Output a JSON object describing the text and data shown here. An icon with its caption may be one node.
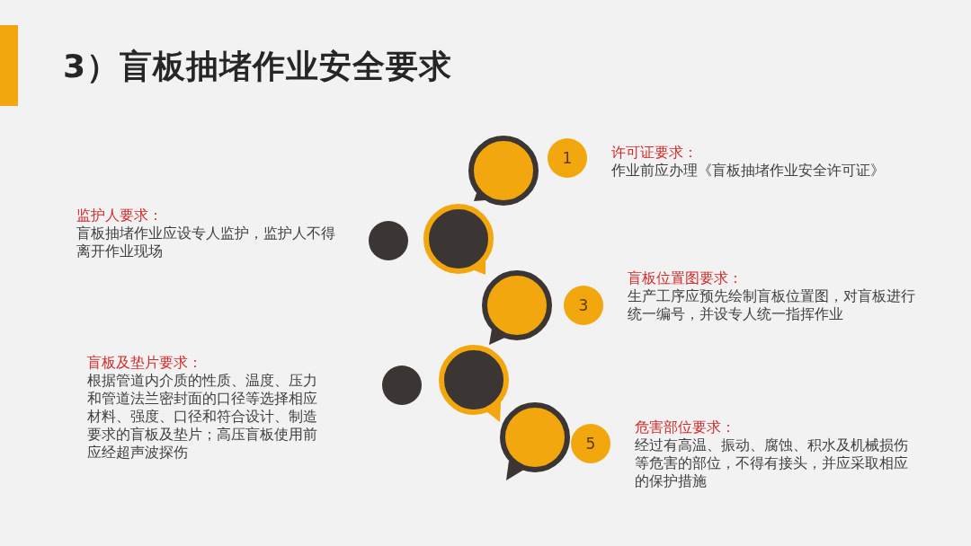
{
  "diagram": {
    "title": "3）盲板抽堵作业安全要求",
    "nodes": [
      {
        "text": [
          "1"
        ]
      },
      {
        "text": [
          "许可证要求：",
          "作业前应办理《盲板抽堵作业安全许可证》"
        ]
      },
      {
        "text": [
          "监护人要求：",
          "盲板抽堵作业应设专人监护，监护人不得离开作业现场"
        ]
      },
      {
        "text": [],
        "shape": "circle"
      },
      {
        "text": [
          "3"
        ]
      },
      {
        "text": [
          "盲板位置图要求：",
          "生产工序应预先绘制盲板位置图，对盲板进行统一编号，并设专人统一指挥作业"
        ]
      },
      {
        "text": [
          "盲板及垫片要求：",
          "根据管道内介质的性质、温度、压力和管道法兰密封面的口径等选择相应材料、强度、口径和符合设计、制造要求的盲板及垫片；高压盲板使用前应经超声波探伤"
        ]
      },
      {
        "text": [],
        "shape": "circle"
      },
      {
        "text": [
          "5"
        ]
      },
      {
        "text": [
          "危害部位要求：",
          "经过有高温、振动、腐蚀、积水及机械损伤等危害的部位，不得有接头，并应采取相应的保护措施"
        ]
      }
    ],
    "edges": []
  }
}
